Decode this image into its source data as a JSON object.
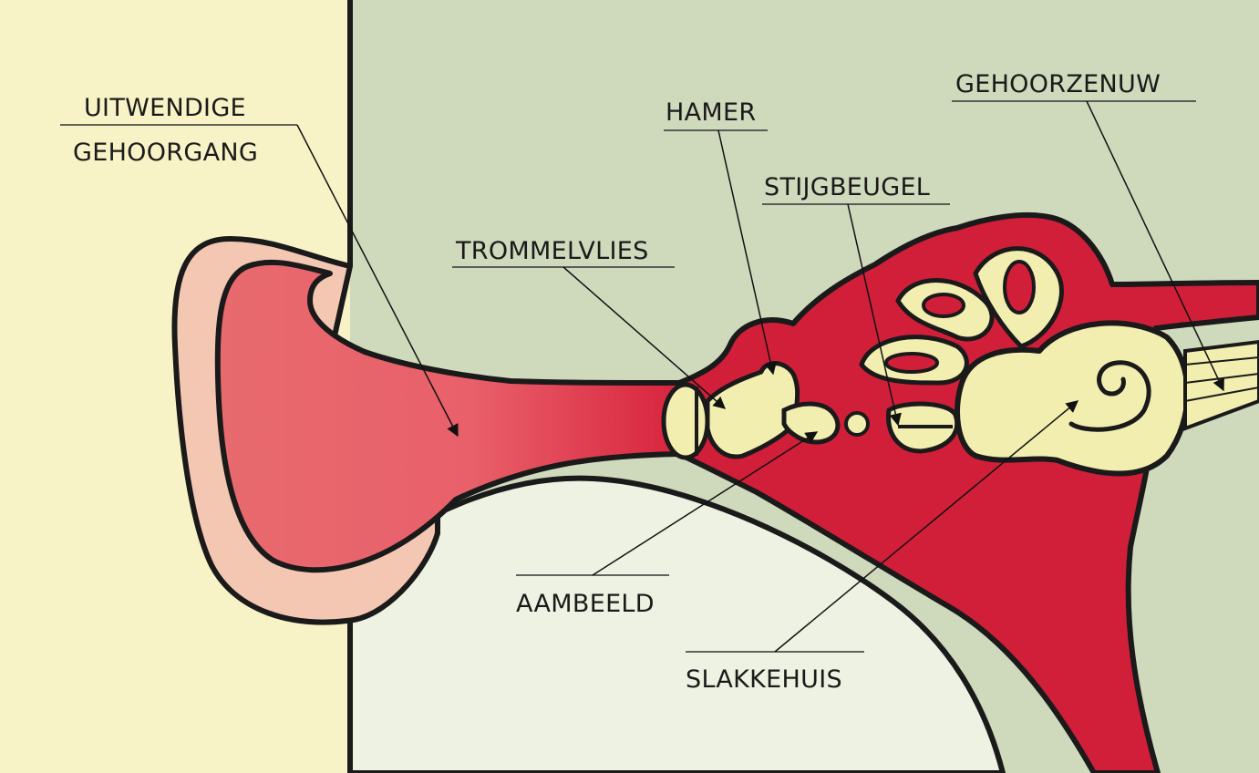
{
  "labels": {
    "outer_canal_line1": "UITWENDIGE",
    "outer_canal_line2": "GEHOORGANG",
    "eardrum": "TROMMELVLIES",
    "hammer": "HAMER",
    "stirrup": "STIJGBEUGEL",
    "auditory_nerve": "GEHOORZENUW",
    "anvil": "AAMBEELD",
    "cochlea": "SLAKKEHUIS"
  },
  "colors": {
    "background_left": "#f8f3c6",
    "background_upper": "#cfd9bc",
    "background_lower": "#eef2e2",
    "outer_ear_skin": "#f3c7b2",
    "canal": "#e9656a",
    "middle_ear_red": "#d11f3a",
    "bone": "#f2eeb0",
    "outline": "#1a1a1a"
  }
}
